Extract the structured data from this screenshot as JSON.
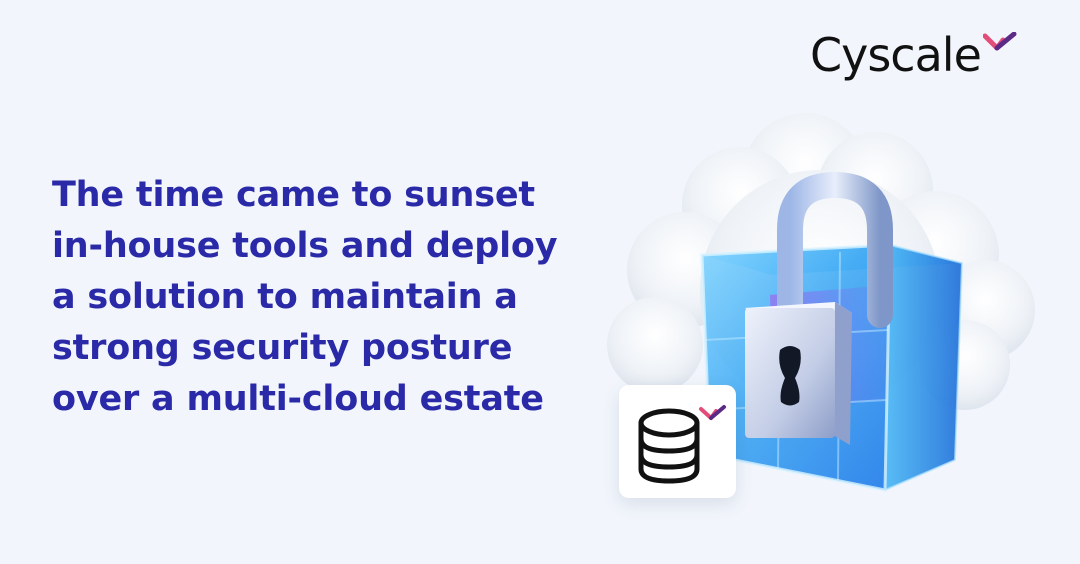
{
  "brand": {
    "name": "Cyscale",
    "mark_color_light": "#e34d7a",
    "mark_color_dark": "#5b2a86"
  },
  "headline": {
    "lines": [
      "The time came to sunset",
      "in-house tools and deploy",
      "a solution to maintain a",
      "strong security posture",
      "over a multi-cloud estate"
    ],
    "color": "#2a2aa8"
  },
  "illustration": {
    "icon": "padlock-icon",
    "secondary_icon": "database-icon"
  },
  "background_color": "#f2f6fc"
}
